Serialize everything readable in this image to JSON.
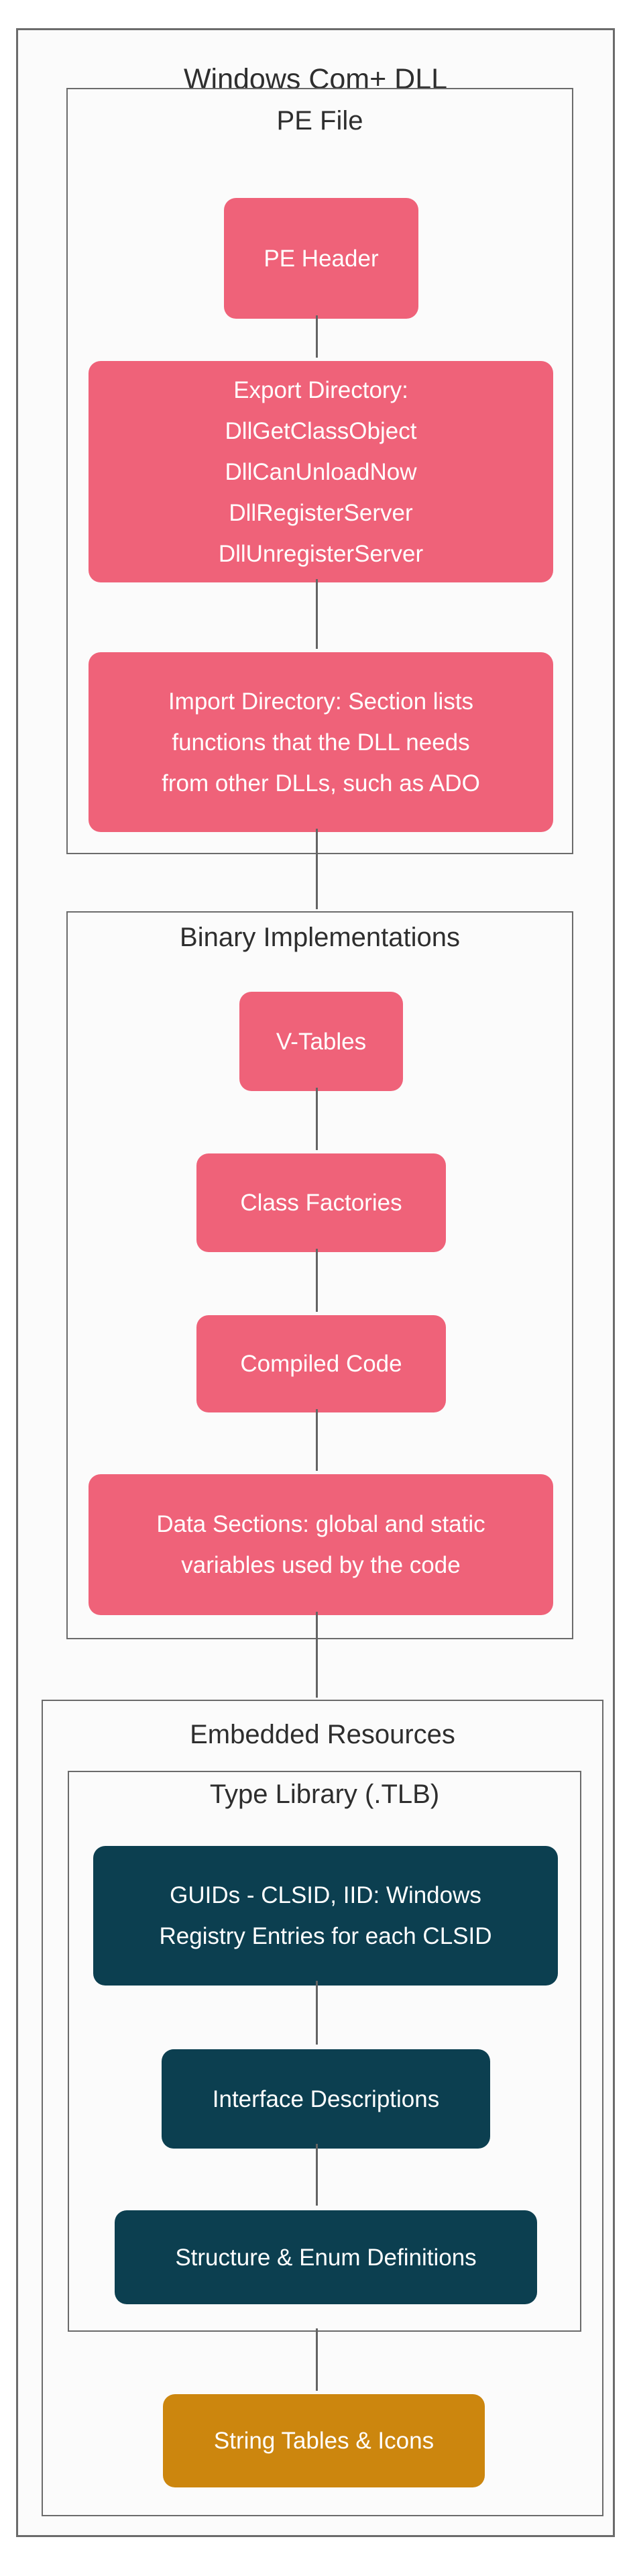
{
  "colors": {
    "node_pink": "#EF6279",
    "node_teal": "#0C3F50",
    "node_orange": "#CC860E",
    "container_border": "#6B6B6B",
    "connector": "#636363",
    "container_bg": "#FBFBFB",
    "title_text": "#2E2E2E",
    "node_text": "#FFFFFF"
  },
  "diagram": {
    "title": "Windows Com+ DLL",
    "pe_file": {
      "title": "PE File",
      "pe_header": {
        "label": "PE Header"
      },
      "export_directory": {
        "lines": [
          "Export Directory:",
          "DllGetClassObject",
          "DllCanUnloadNow",
          "DllRegisterServer",
          "DllUnregisterServer"
        ]
      },
      "import_directory": {
        "lines": [
          "Import Directory: Section lists",
          "functions that the DLL needs",
          "from other DLLs, such as ADO"
        ]
      }
    },
    "binary_implementations": {
      "title": "Binary Implementations",
      "v_tables": {
        "label": "V-Tables"
      },
      "class_factories": {
        "label": "Class Factories"
      },
      "compiled_code": {
        "label": "Compiled Code"
      },
      "data_sections": {
        "lines": [
          "Data Sections: global and static",
          "variables used by the code"
        ]
      }
    },
    "embedded_resources": {
      "title": "Embedded Resources",
      "type_library": {
        "title": "Type Library (.TLB)",
        "guids": {
          "lines": [
            "GUIDs - CLSID, IID: Windows",
            "Registry Entries for each CLSID"
          ]
        },
        "interface_descriptions": {
          "label": "Interface Descriptions"
        },
        "structure_enum_definitions": {
          "label": "Structure & Enum Definitions"
        }
      },
      "string_tables_icons": {
        "label": "String Tables & Icons"
      }
    }
  }
}
